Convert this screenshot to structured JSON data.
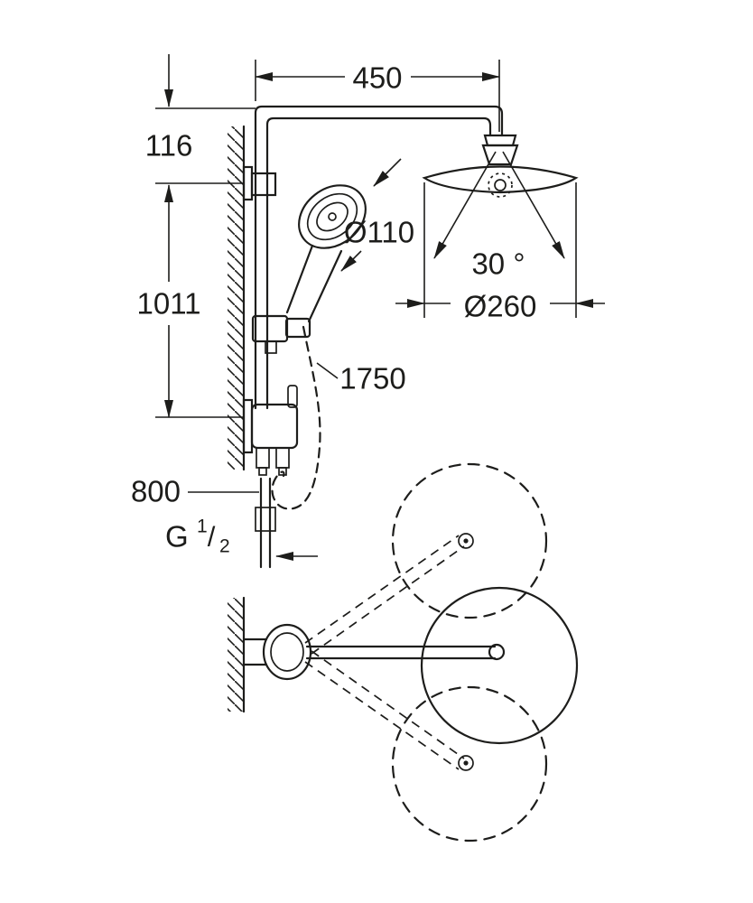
{
  "diagram": {
    "ink_color": "#1d1d1b",
    "dimensions": {
      "top_width": "450",
      "bracket_offset": "116",
      "rail_height": "1011",
      "handshower_diameter": "Ø110",
      "head_angle": "30 °",
      "head_diameter": "Ø260",
      "hose_length": "1750",
      "supply_height": "800",
      "thread_g": "G",
      "thread_num": "1",
      "thread_slash": "/",
      "thread_den": "2"
    }
  }
}
